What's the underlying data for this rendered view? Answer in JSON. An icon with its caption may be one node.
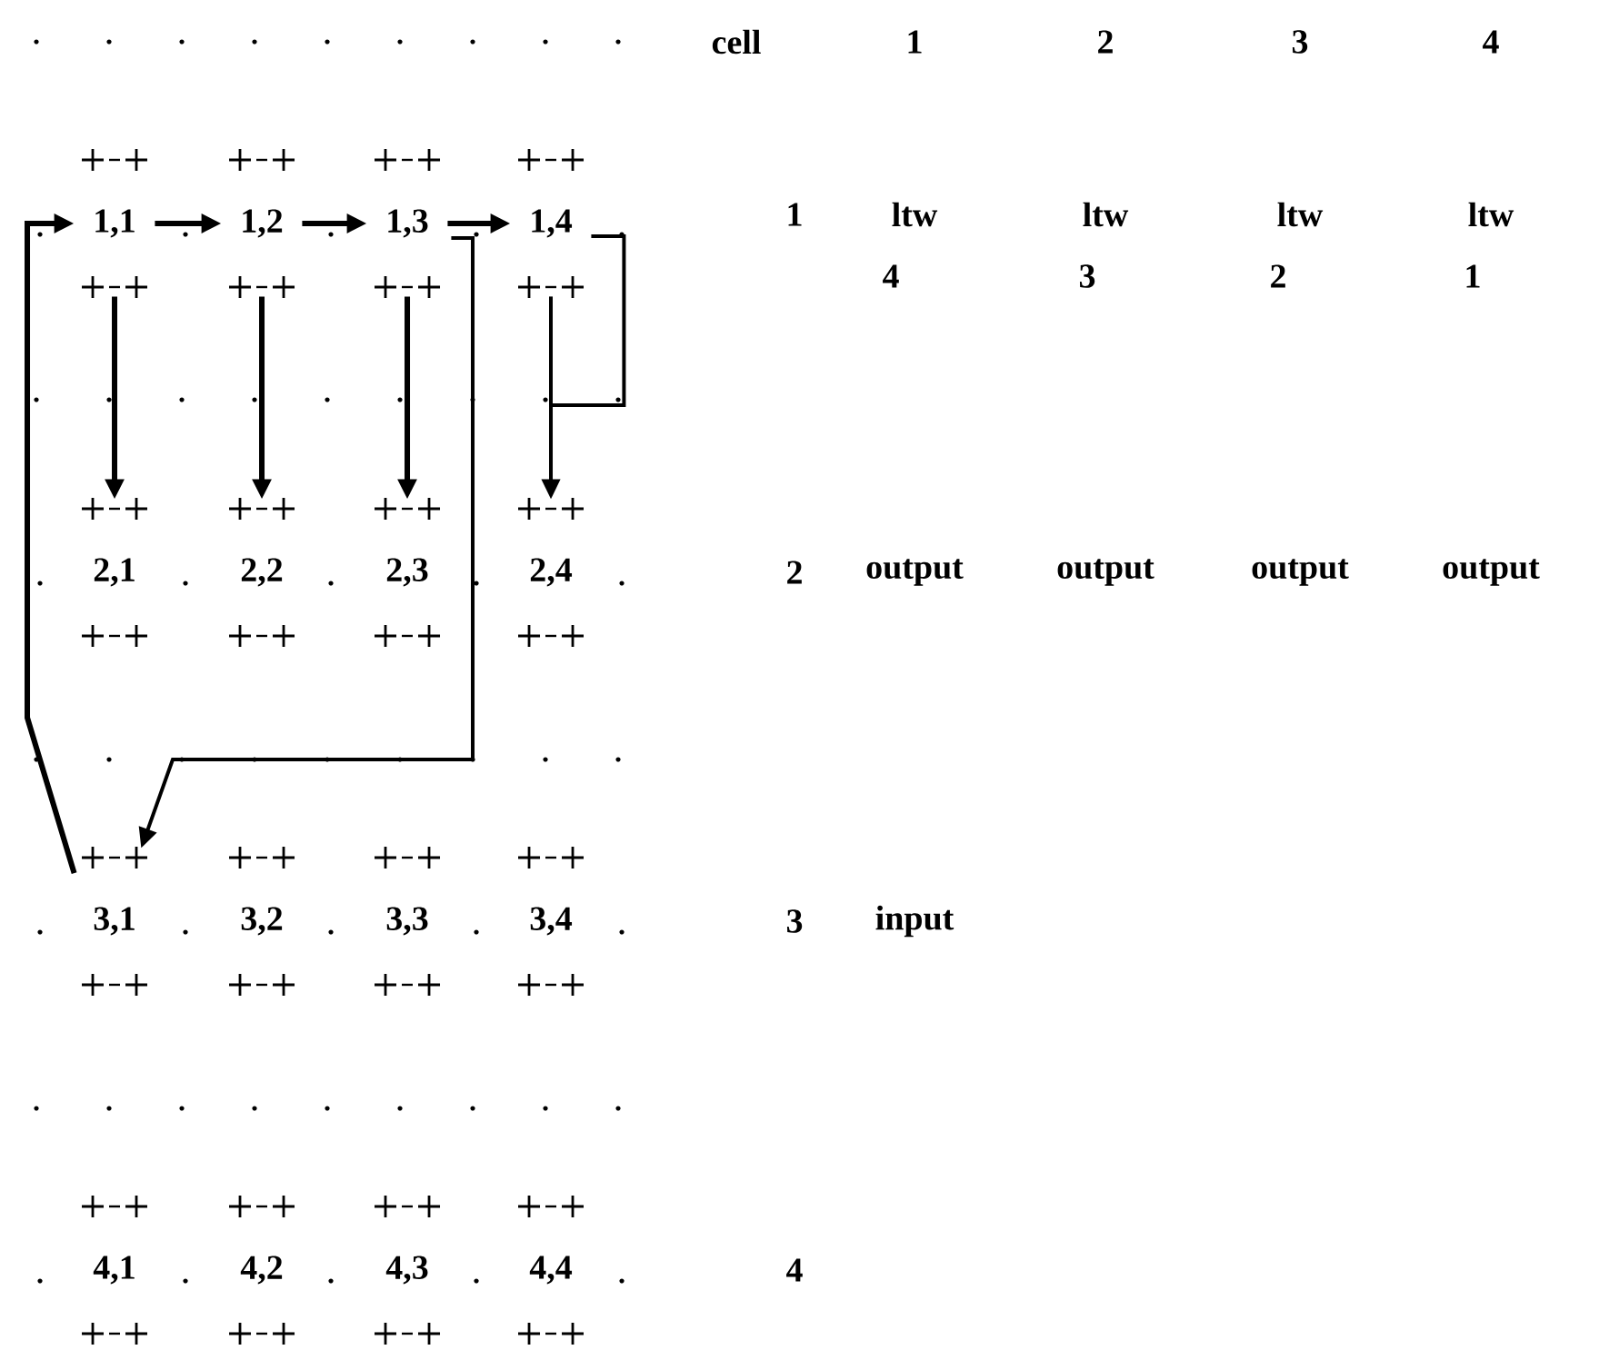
{
  "diagram": {
    "nodes": [
      {
        "text": [
          "1,1"
        ]
      },
      {
        "text": [
          "1,2"
        ]
      },
      {
        "text": [
          "1,3"
        ]
      },
      {
        "text": [
          "1,4"
        ]
      },
      {
        "text": [
          "2,1"
        ]
      },
      {
        "text": [
          "2,2"
        ]
      },
      {
        "text": [
          "2,3"
        ]
      },
      {
        "text": [
          "2,4"
        ]
      },
      {
        "text": [
          "3,1"
        ]
      },
      {
        "text": [
          "3,2"
        ]
      },
      {
        "text": [
          "3,3"
        ]
      },
      {
        "text": [
          "3,4"
        ]
      },
      {
        "text": [
          "4,1"
        ]
      },
      {
        "text": [
          "4,2"
        ]
      },
      {
        "text": [
          "4,3"
        ]
      },
      {
        "text": [
          "4,4"
        ]
      }
    ],
    "edges": [
      {
        "from": 0,
        "to": 1,
        "arrow": "to"
      },
      {
        "from": 1,
        "to": 2,
        "arrow": "to"
      },
      {
        "from": 2,
        "to": 3,
        "arrow": "to"
      },
      {
        "from": 0,
        "to": 4,
        "arrow": "to"
      },
      {
        "from": 1,
        "to": 5,
        "arrow": "to"
      },
      {
        "from": 2,
        "to": 6,
        "arrow": "to"
      },
      {
        "from": 3,
        "to": 7,
        "arrow": "to"
      },
      {
        "from": 2,
        "to": 8,
        "arrow": "to"
      },
      {
        "from": 8,
        "to": 0,
        "arrow": "to"
      }
    ],
    "labels": [
      "cell",
      "1",
      "2",
      "3",
      "4",
      "1",
      "ltw",
      "ltw",
      "ltw",
      "ltw",
      "4",
      "3",
      "2",
      "1",
      "2",
      "output",
      "output",
      "output",
      "output",
      "3",
      "input",
      "4"
    ]
  }
}
